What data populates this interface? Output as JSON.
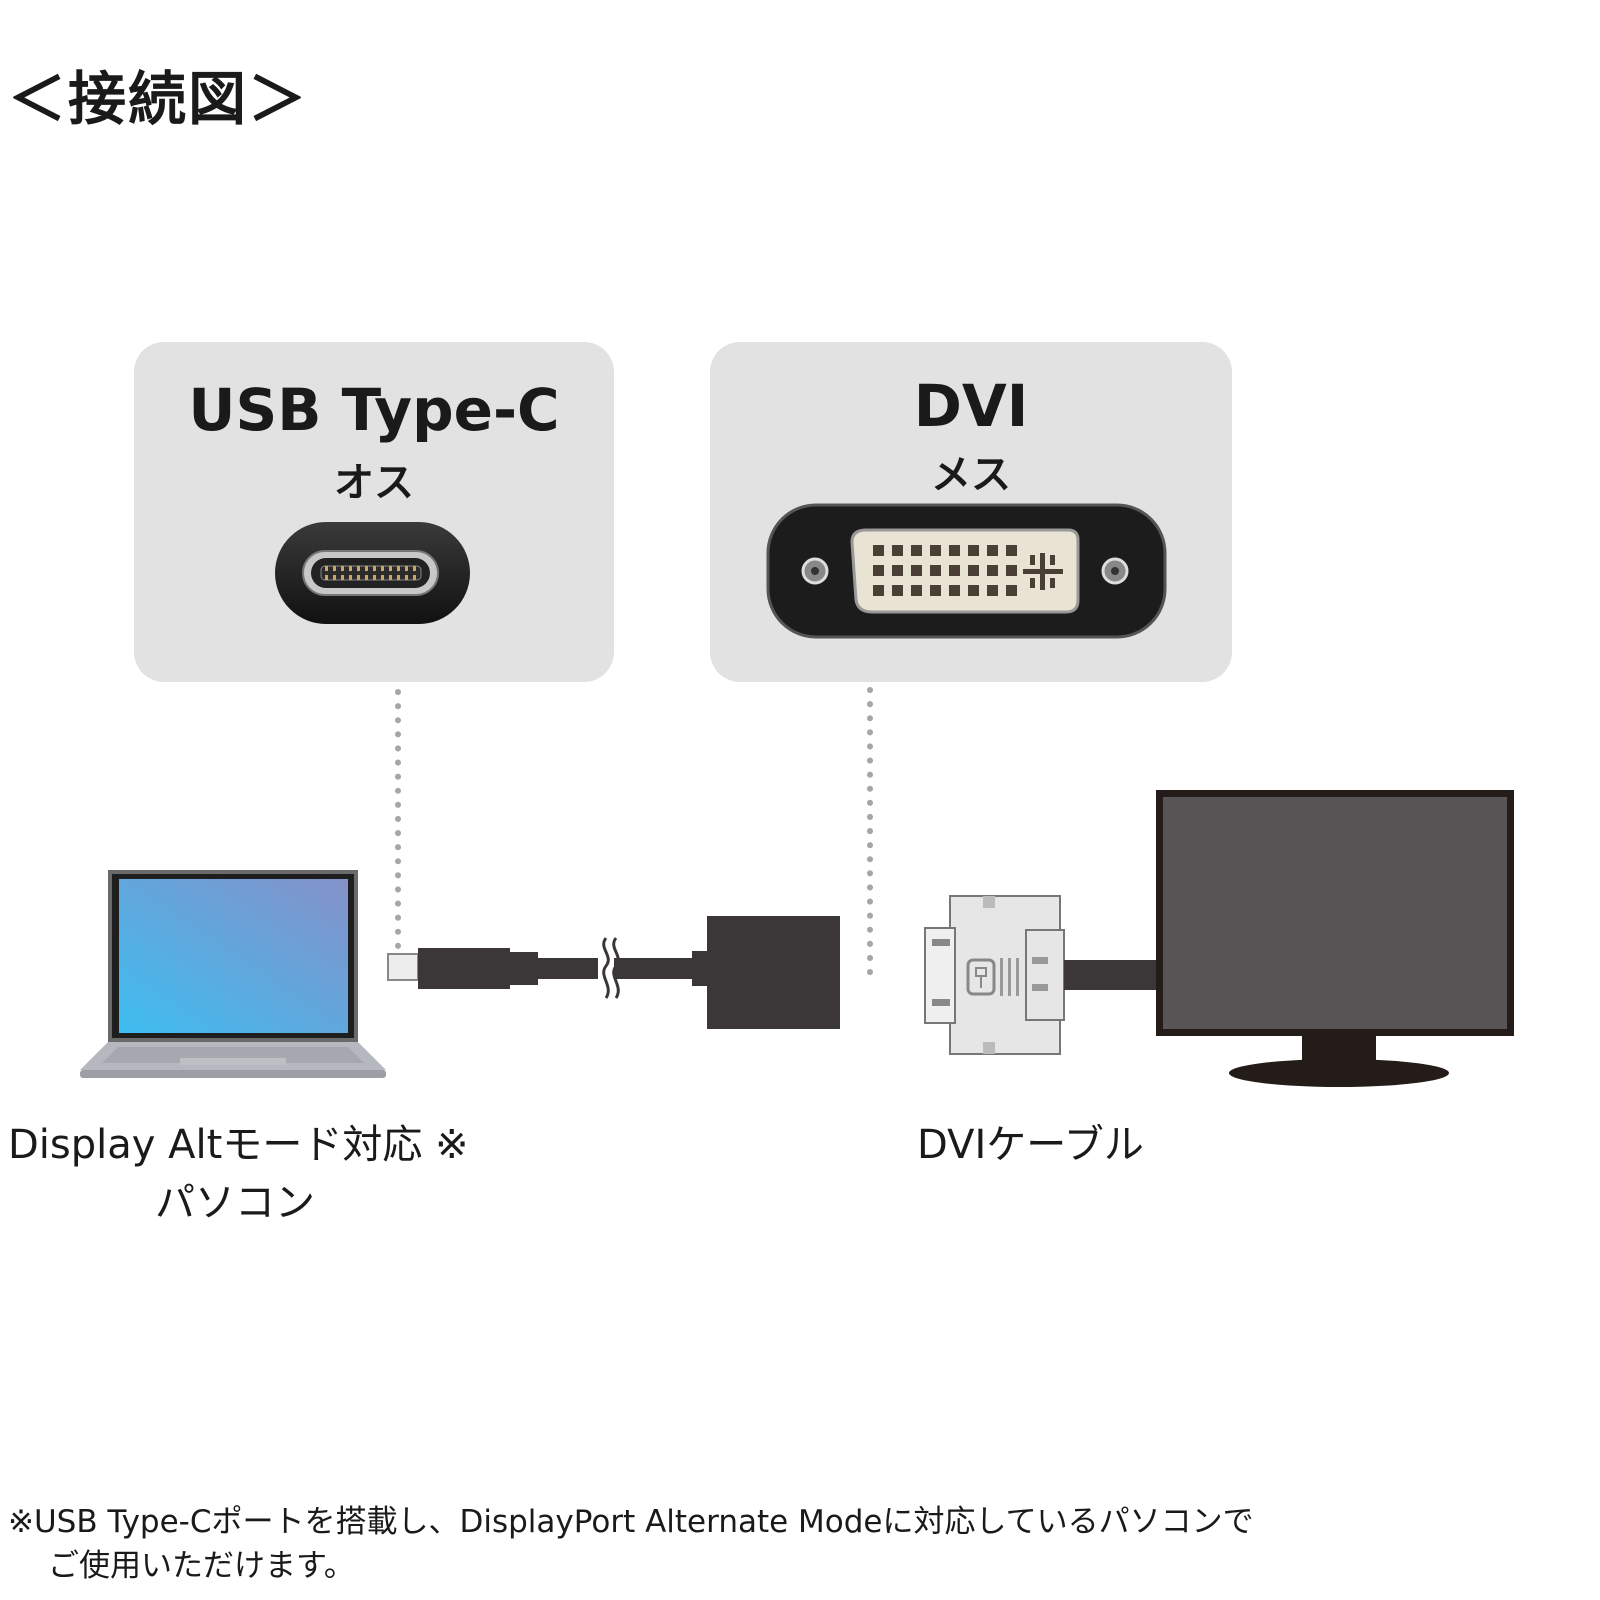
{
  "title": "＜接続図＞",
  "panels": {
    "usbc": {
      "name": "USB Type-C",
      "gender": "オス"
    },
    "dvi": {
      "name": "DVI",
      "gender": "メス"
    }
  },
  "labels": {
    "pc_line1": "Display Altモード対応 ※",
    "pc_line2": "パソコン",
    "dvi_cable": "DVIケーブル"
  },
  "footnote": {
    "line1": "※USB Type-Cポートを搭載し、DisplayPort Alternate Modeに対応しているパソコンで",
    "line2": "ご使用いただけます。"
  }
}
